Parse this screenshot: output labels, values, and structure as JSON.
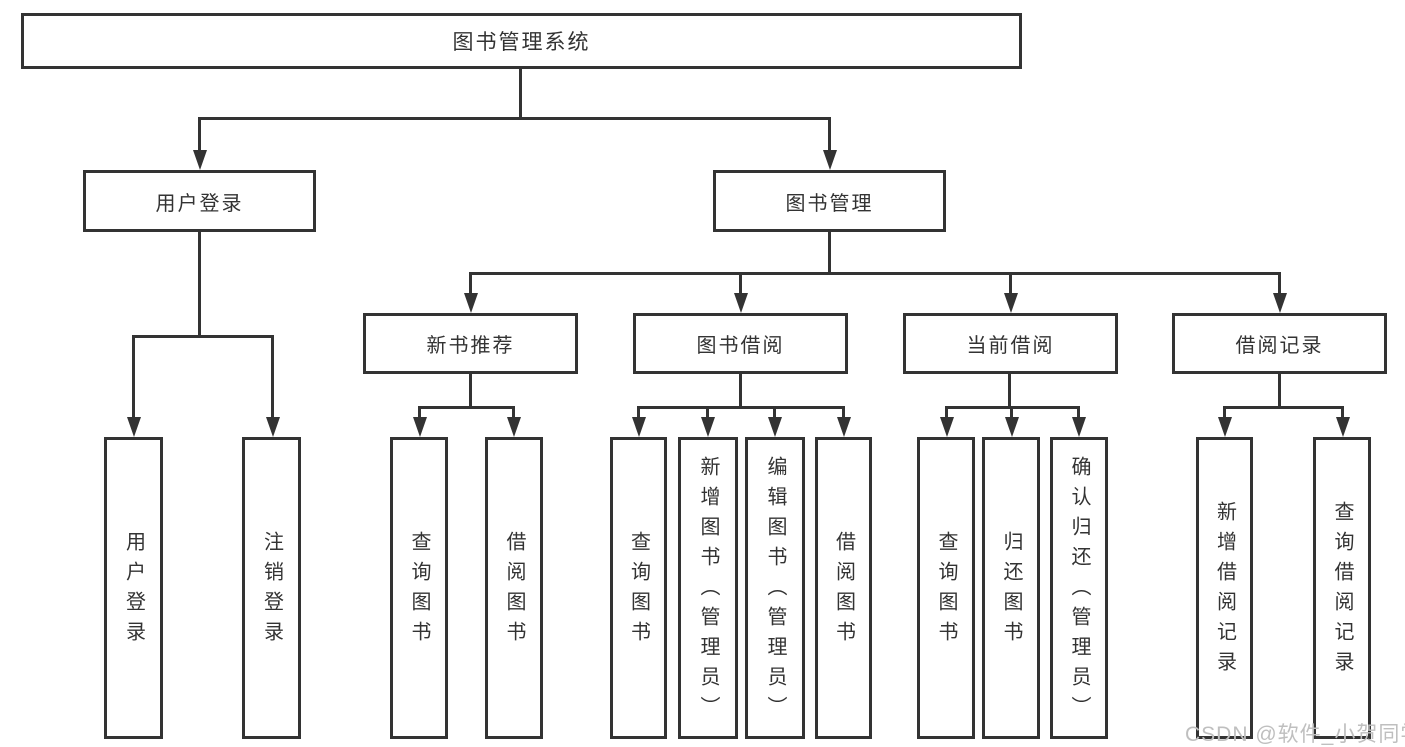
{
  "diagram": {
    "tree": {
      "label": "图书管理系统",
      "children": [
        {
          "label": "用户登录",
          "children": [
            {
              "label": "用户登录"
            },
            {
              "label": "注销登录"
            }
          ]
        },
        {
          "label": "图书管理",
          "children": [
            {
              "label": "新书推荐",
              "children": [
                {
                  "label": "查询图书"
                },
                {
                  "label": "借阅图书"
                }
              ]
            },
            {
              "label": "图书借阅",
              "children": [
                {
                  "label": "查询图书"
                },
                {
                  "label": "新增图书（管理员）"
                },
                {
                  "label": "编辑图书（管理员）"
                },
                {
                  "label": "借阅图书"
                }
              ]
            },
            {
              "label": "当前借阅",
              "children": [
                {
                  "label": "查询图书"
                },
                {
                  "label": "归还图书"
                },
                {
                  "label": "确认归还（管理员）"
                }
              ]
            },
            {
              "label": "借阅记录",
              "children": [
                {
                  "label": "新增借阅记录"
                },
                {
                  "label": "查询借阅记录"
                }
              ]
            }
          ]
        }
      ]
    },
    "colors": {
      "line": "#333333",
      "box_border": "#333333",
      "box_fill": "#ffffff",
      "text": "#333333",
      "watermark": "#bfbfbf"
    }
  },
  "watermark": {
    "text": "CSDN @软件_小贺同学"
  }
}
